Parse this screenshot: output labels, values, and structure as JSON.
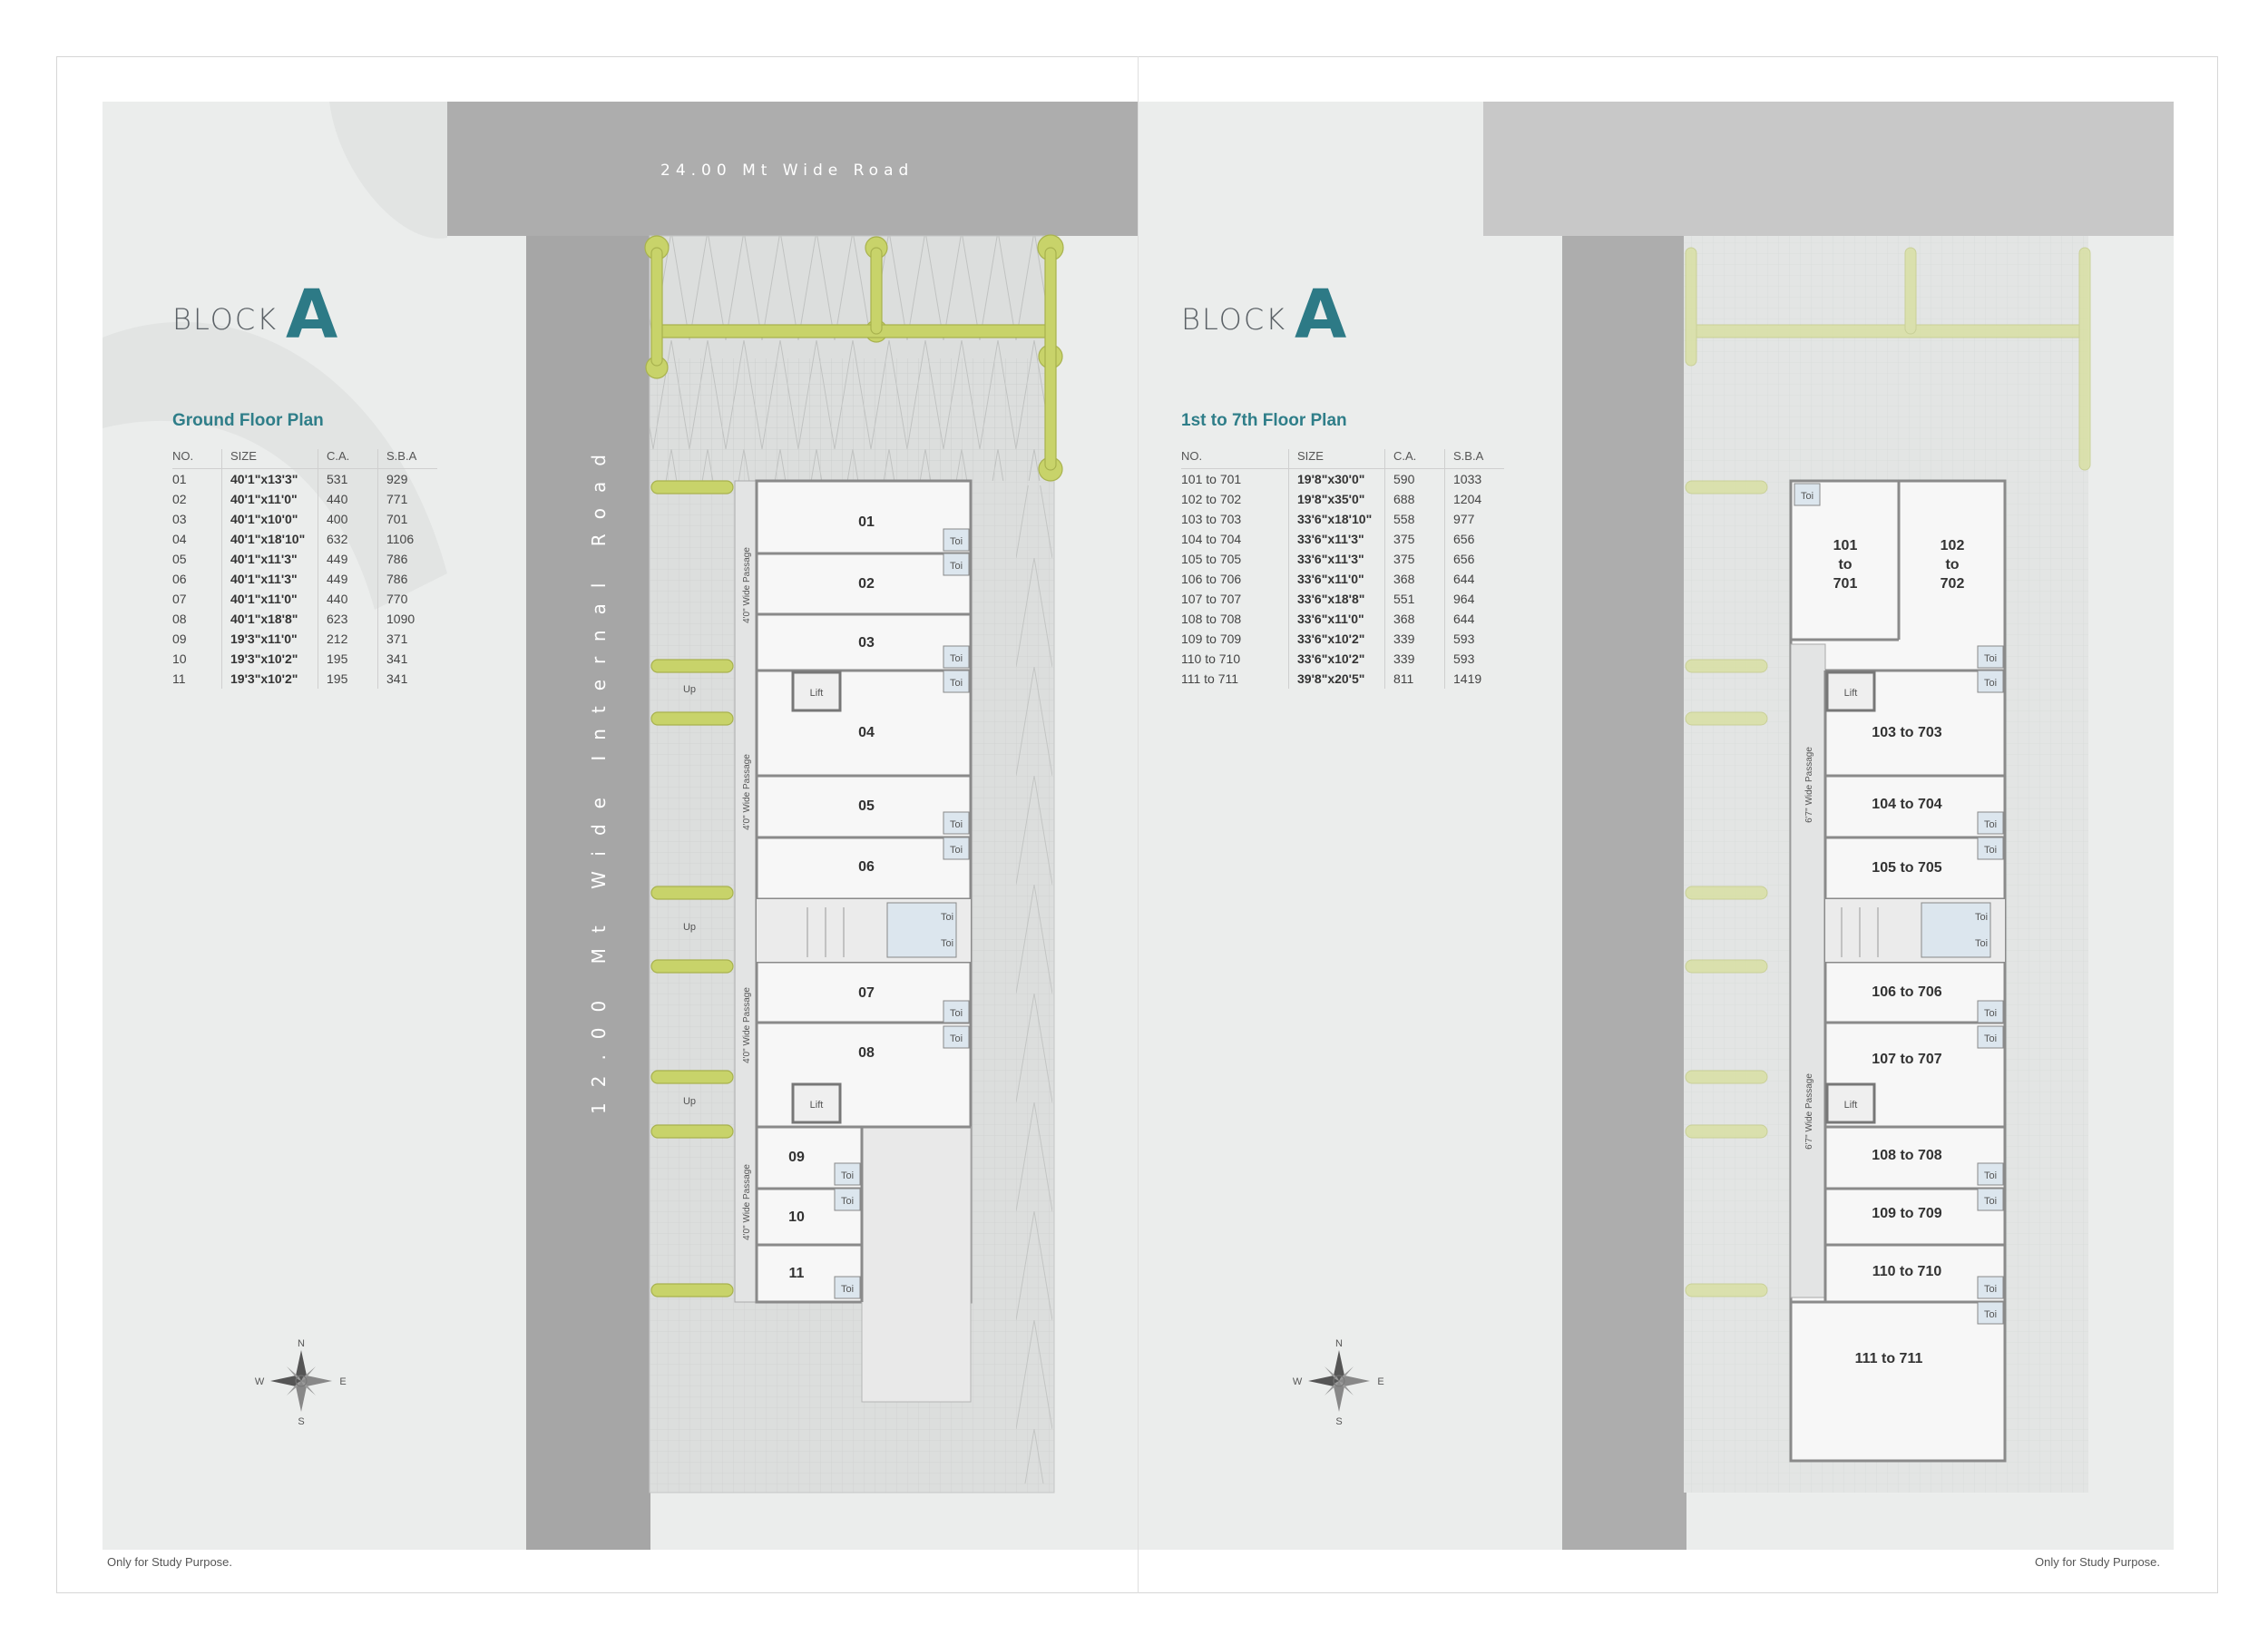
{
  "footer_text": "Only for Study Purpose.",
  "colors": {
    "accent": "#2f7e89",
    "road": "#a6a6a6",
    "panel": "#ebedec",
    "tree": "#c8d36a"
  },
  "left_page": {
    "block_label": "BLOCK",
    "block_letter": "A",
    "plan_title": "Ground Floor Plan",
    "top_road_label": "24.00 Mt Wide Road",
    "side_road_label": "12.00 Mt Wide Internal Road",
    "table": {
      "headers": [
        "NO.",
        "SIZE",
        "C.A.",
        "S.B.A"
      ],
      "rows": [
        [
          "01",
          "40'1\"x13'3\"",
          "531",
          "929"
        ],
        [
          "02",
          "40'1\"x11'0\"",
          "440",
          "771"
        ],
        [
          "03",
          "40'1\"x10'0\"",
          "400",
          "701"
        ],
        [
          "04",
          "40'1\"x18'10\"",
          "632",
          "1106"
        ],
        [
          "05",
          "40'1\"x11'3\"",
          "449",
          "786"
        ],
        [
          "06",
          "40'1\"x11'3\"",
          "449",
          "786"
        ],
        [
          "07",
          "40'1\"x11'0\"",
          "440",
          "770"
        ],
        [
          "08",
          "40'1\"x18'8\"",
          "623",
          "1090"
        ],
        [
          "09",
          "19'3\"x11'0\"",
          "212",
          "371"
        ],
        [
          "10",
          "19'3\"x10'2\"",
          "195",
          "341"
        ],
        [
          "11",
          "19'3\"x10'2\"",
          "195",
          "341"
        ]
      ]
    },
    "units": [
      "01",
      "02",
      "03",
      "04",
      "05",
      "06",
      "07",
      "08",
      "09",
      "10",
      "11"
    ],
    "passage_label": "4'0\" Wide Passage",
    "lift_label": "Lift",
    "toilet_label": "Toi",
    "stair_label": "Up",
    "compass": {
      "n": "N",
      "s": "S",
      "e": "E",
      "w": "W"
    }
  },
  "right_page": {
    "block_label": "BLOCK",
    "block_letter": "A",
    "plan_title": "1st to 7th Floor Plan",
    "table": {
      "headers": [
        "NO.",
        "SIZE",
        "C.A.",
        "S.B.A"
      ],
      "rows": [
        [
          "101 to 701",
          "19'8\"x30'0\"",
          "590",
          "1033"
        ],
        [
          "102 to 702",
          "19'8\"x35'0\"",
          "688",
          "1204"
        ],
        [
          "103 to 703",
          "33'6\"x18'10\"",
          "558",
          "977"
        ],
        [
          "104 to 704",
          "33'6\"x11'3\"",
          "375",
          "656"
        ],
        [
          "105 to 705",
          "33'6\"x11'3\"",
          "375",
          "656"
        ],
        [
          "106 to 706",
          "33'6\"x11'0\"",
          "368",
          "644"
        ],
        [
          "107 to 707",
          "33'6\"x18'8\"",
          "551",
          "964"
        ],
        [
          "108 to 708",
          "33'6\"x11'0\"",
          "368",
          "644"
        ],
        [
          "109 to 709",
          "33'6\"x10'2\"",
          "339",
          "593"
        ],
        [
          "110 to 710",
          "33'6\"x10'2\"",
          "339",
          "593"
        ],
        [
          "111 to 711",
          "39'8\"x20'5\"",
          "811",
          "1419"
        ]
      ]
    },
    "unit_101": [
      "101",
      "to",
      "701"
    ],
    "unit_102": [
      "102",
      "to",
      "702"
    ],
    "units": [
      "103 to 703",
      "104 to 704",
      "105 to 705",
      "106 to 706",
      "107 to 707",
      "108 to 708",
      "109 to 709",
      "110 to 710",
      "111 to 711"
    ],
    "passage_label": "6'7\" Wide Passage",
    "lift_label": "Lift",
    "toilet_label": "Toi",
    "compass": {
      "n": "N",
      "s": "S",
      "e": "E",
      "w": "W"
    }
  }
}
